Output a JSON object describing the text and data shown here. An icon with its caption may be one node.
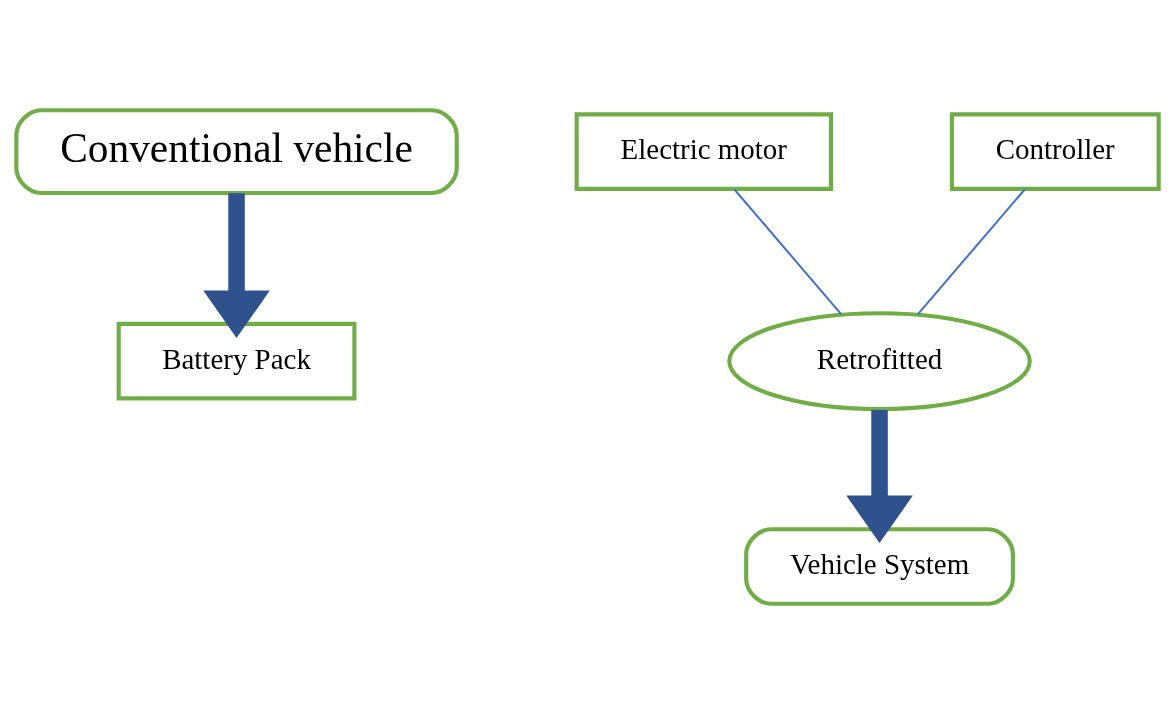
{
  "diagram": {
    "nodes": [
      {
        "text": [
          "Conventional vehicle"
        ]
      },
      {
        "text": [
          "Electric motor"
        ]
      },
      {
        "text": [
          "Battery Pack"
        ]
      },
      {
        "text": [
          "Controller"
        ]
      },
      {
        "text": [
          "Retrofitted"
        ]
      },
      {
        "text": [
          "Vehicle System"
        ]
      }
    ],
    "edges": [
      {
        "from": 0,
        "to": 2,
        "arrow": "to",
        "style": "thick"
      },
      {
        "from": 1,
        "to": 4,
        "arrow": "none"
      },
      {
        "from": 3,
        "to": 4,
        "arrow": "none"
      },
      {
        "from": 4,
        "to": 5,
        "arrow": "to",
        "style": "thick"
      }
    ]
  }
}
